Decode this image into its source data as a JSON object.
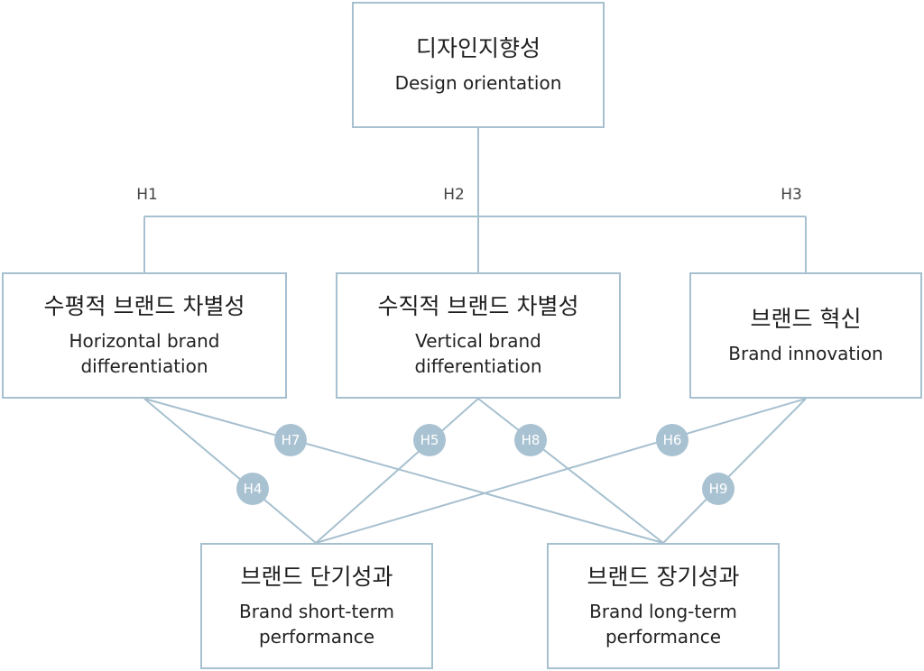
{
  "nodes": {
    "top": {
      "ko": "디자인지향성",
      "en": "Design orientation"
    },
    "horizontal": {
      "ko": "수평적 브랜드 차별성",
      "en": "Horizontal brand differentiation"
    },
    "vertical": {
      "ko": "수직적 브랜드 차별성",
      "en": "Vertical brand differentiation"
    },
    "innovation": {
      "ko": "브랜드 혁신",
      "en": "Brand innovation"
    },
    "short": {
      "ko": "브랜드 단기성과",
      "en": "Brand short-term performance"
    },
    "long": {
      "ko": "브랜드 장기성과",
      "en": "Brand long-term performance"
    }
  },
  "hypotheses": {
    "h1": "H1",
    "h2": "H2",
    "h3": "H3",
    "h4": "H4",
    "h5": "H5",
    "h6": "H6",
    "h7": "H7",
    "h8": "H8",
    "h9": "H9"
  },
  "colors": {
    "line": "#a7c0cf",
    "badge": "#a9c2d2"
  }
}
